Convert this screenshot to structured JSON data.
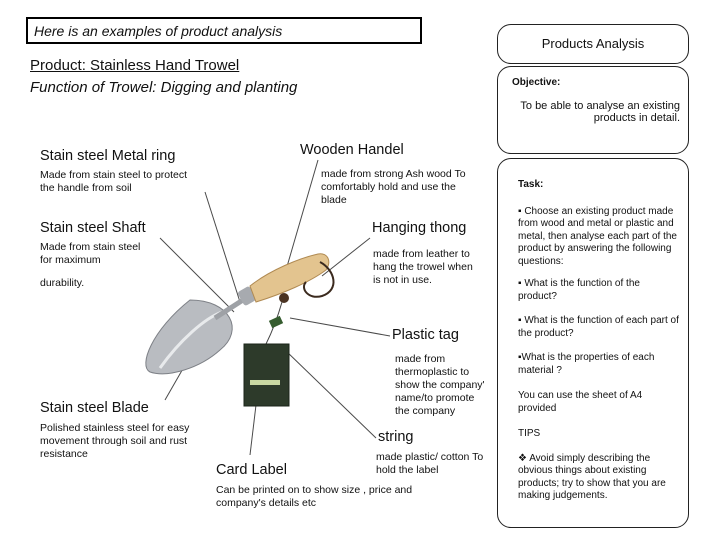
{
  "header": {
    "title": "Here is an examples of product analysis",
    "product": "Product: Stainless Hand Trowel",
    "function": "Function of Trowel: Digging  and planting"
  },
  "right_panel": {
    "heading": "Products  Analysis",
    "objective_label": "Objective:",
    "objective_text": "To be able to analyse  an existing  products in detail.",
    "task_label": "Task:",
    "task_items": [
      "▪ Choose an existing  product made from wood  and metal or plastic and  metal,  then analyse each part of the product by answering the following questions:",
      "▪ What is the function of the product?",
      "▪ What is the function of each part of the product?",
      "▪What is the properties of each material ?",
      "You can use the sheet of A4 provided",
      "TIPS",
      "❖  Avoid simply describing the obvious things about existing products; try to show that you are making judgements."
    ]
  },
  "annotations": {
    "metal_ring": {
      "title": "Stain steel  Metal ring",
      "text": "Made from stain steel to protect the handle from soil"
    },
    "wooden_handle": {
      "title": "Wooden  Handel",
      "text": "made from strong Ash wood To comfortably hold and use the blade"
    },
    "shaft": {
      "title": "Stain steel  Shaft",
      "text": "Made from stain steel for maximum",
      "text2": "durability."
    },
    "hanging_thong": {
      "title": "Hanging  thong",
      "text": "made from leather to hang the trowel when is not in use."
    },
    "plastic_tag": {
      "title": "Plastic  tag",
      "text": "made from thermoplastic to show the company' name/to promote the company"
    },
    "blade": {
      "title": "Stain steel  Blade",
      "text": "Polished stainless steel for easy movement through soil and rust resistance"
    },
    "string": {
      "title": "string",
      "text": "made plastic/ cotton To hold the label"
    },
    "card_label": {
      "title": "Card Label",
      "text": "Can be printed on to show size , price and  company's details etc"
    }
  },
  "colors": {
    "line": "#4a4a4a",
    "blade": "#b9bcc1",
    "handle": "#e3c48f",
    "tag": "#2d3a2a"
  }
}
